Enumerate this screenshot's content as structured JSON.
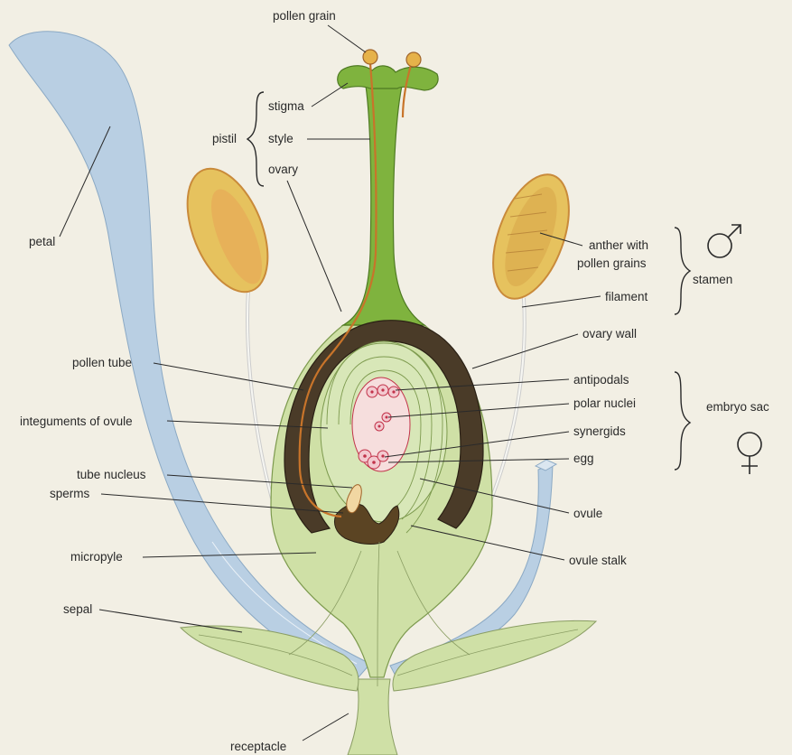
{
  "labels": {
    "pollen_grain": "pollen grain",
    "pistil": "pistil",
    "stigma": "stigma",
    "style": "style",
    "ovary": "ovary",
    "petal": "petal",
    "anther": [
      "anther with",
      "pollen grains"
    ],
    "stamen": "stamen",
    "filament": "filament",
    "ovary_wall": "ovary wall",
    "pollen_tube": "pollen tube",
    "antipodals": "antipodals",
    "polar_nuclei": "polar nuclei",
    "embryo_sac": "embryo sac",
    "integuments": "integuments of ovule",
    "synergids": "synergids",
    "egg": "egg",
    "tube_nucleus": "tube nucleus",
    "sperms": "sperms",
    "ovule": "ovule",
    "micropyle": "micropyle",
    "ovule_stalk": "ovule stalk",
    "sepal": "sepal",
    "receptacle": "receptacle"
  },
  "symbols": {
    "male": "male-symbol-icon",
    "female": "female-symbol-icon"
  },
  "colors": {
    "background": "#f2efe4",
    "petal_blue": "#b9cfe3",
    "flower_green": "#cfe0a6",
    "pistil_green": "#7fb33e",
    "ovary_wall_dark": "#4a3b28",
    "pollen_tube_orange": "#c8742a",
    "anther_yellow": "#e6c25e",
    "embryo_sac_pink": "#f6dedd",
    "nucleus_red": "#c2334a"
  }
}
